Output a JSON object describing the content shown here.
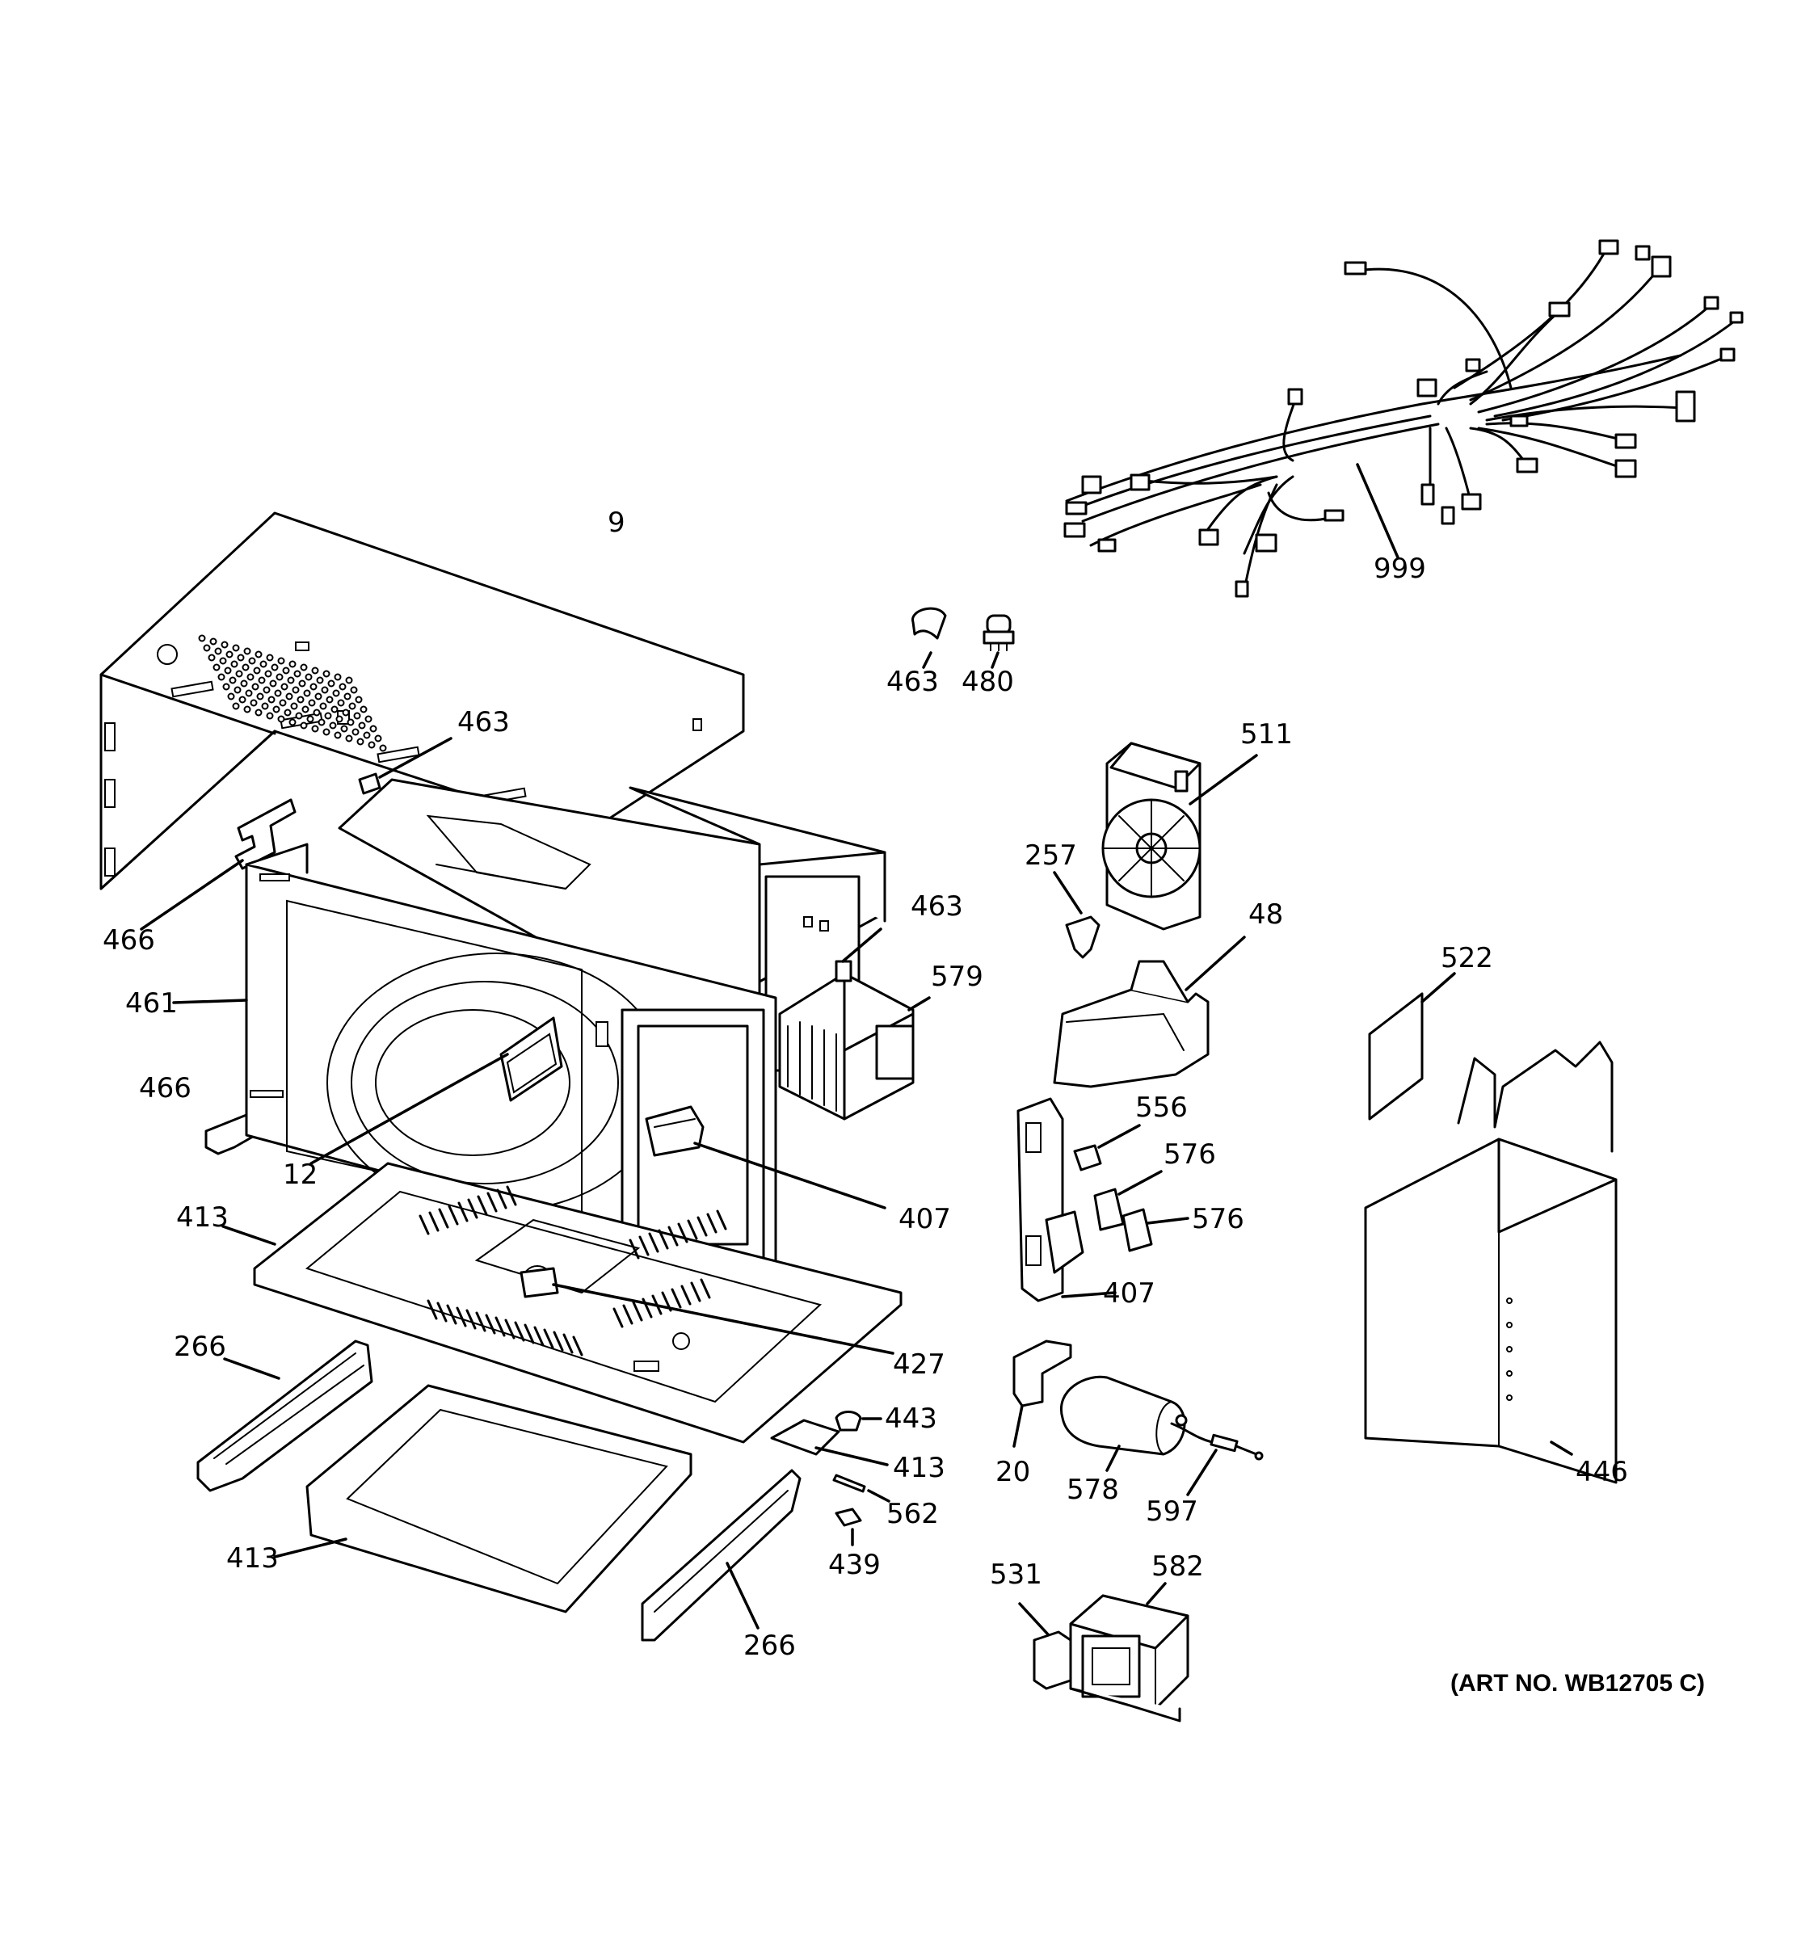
{
  "diagram": {
    "art_number": "(ART NO. WB12705 C)",
    "callouts": [
      {
        "id": "c-9",
        "text": "9"
      },
      {
        "id": "c-999",
        "text": "999"
      },
      {
        "id": "c-463-a",
        "text": "463"
      },
      {
        "id": "c-480",
        "text": "480"
      },
      {
        "id": "c-463-b",
        "text": "463"
      },
      {
        "id": "c-511",
        "text": "511"
      },
      {
        "id": "c-257",
        "text": "257"
      },
      {
        "id": "c-48",
        "text": "48"
      },
      {
        "id": "c-466-a",
        "text": "466"
      },
      {
        "id": "c-461",
        "text": "461"
      },
      {
        "id": "c-463-c",
        "text": "463"
      },
      {
        "id": "c-579",
        "text": "579"
      },
      {
        "id": "c-522",
        "text": "522"
      },
      {
        "id": "c-466-b",
        "text": "466"
      },
      {
        "id": "c-556",
        "text": "556"
      },
      {
        "id": "c-576-a",
        "text": "576"
      },
      {
        "id": "c-12",
        "text": "12"
      },
      {
        "id": "c-407-a",
        "text": "407"
      },
      {
        "id": "c-576-b",
        "text": "576"
      },
      {
        "id": "c-413-a",
        "text": "413"
      },
      {
        "id": "c-407-b",
        "text": "407"
      },
      {
        "id": "c-266-a",
        "text": "266"
      },
      {
        "id": "c-427",
        "text": "427"
      },
      {
        "id": "c-443",
        "text": "443"
      },
      {
        "id": "c-413-b",
        "text": "413"
      },
      {
        "id": "c-20",
        "text": "20"
      },
      {
        "id": "c-578",
        "text": "578"
      },
      {
        "id": "c-597",
        "text": "597"
      },
      {
        "id": "c-446",
        "text": "446"
      },
      {
        "id": "c-562",
        "text": "562"
      },
      {
        "id": "c-413-c",
        "text": "413"
      },
      {
        "id": "c-439",
        "text": "439"
      },
      {
        "id": "c-531",
        "text": "531"
      },
      {
        "id": "c-582",
        "text": "582"
      },
      {
        "id": "c-266-b",
        "text": "266"
      }
    ]
  }
}
